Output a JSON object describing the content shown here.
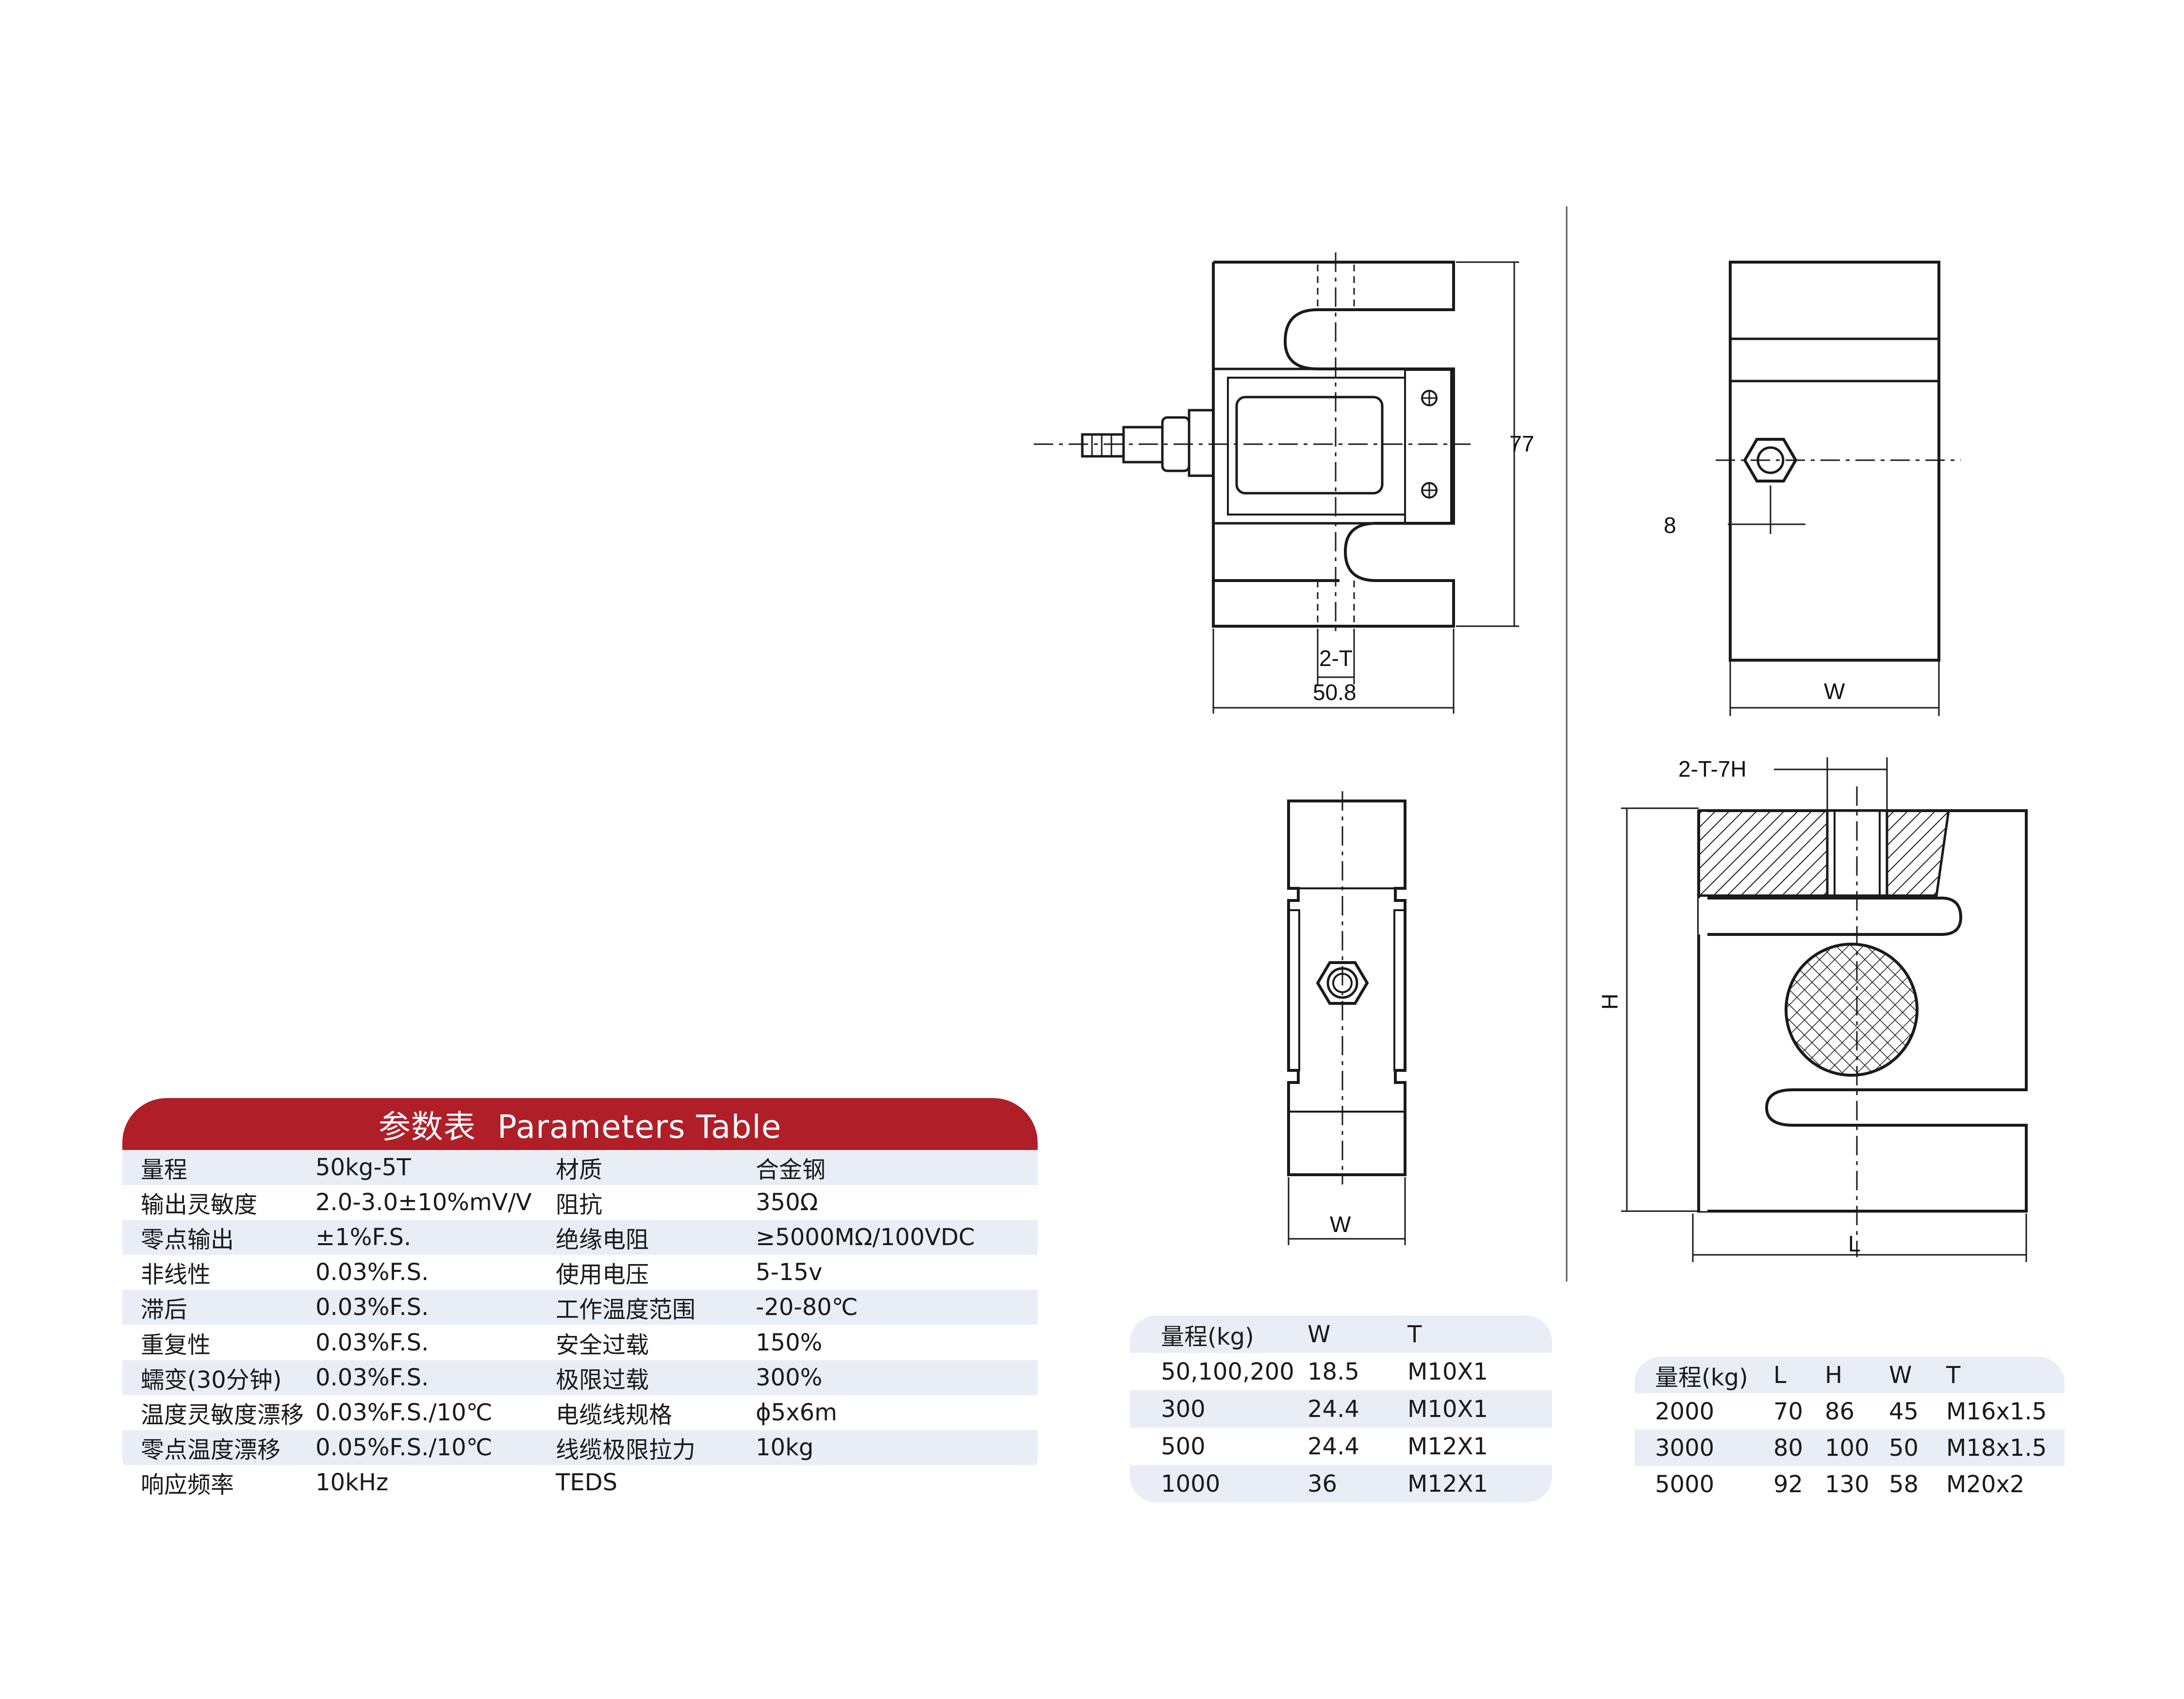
{
  "drawings": {
    "front_height_dim": "77",
    "front_width_dim": "50.8",
    "front_thread_dim": "2-T",
    "side_offset_dim": "8",
    "side_width_dim": "W",
    "bottom_width_dim": "W",
    "section_thread_dim": "2-T-7H",
    "section_height_dim": "H",
    "section_length_dim": "L"
  },
  "params_table": {
    "title": "参数表  Parameters Table",
    "rows": [
      [
        "量程",
        "50kg-5T",
        "材质",
        "合金钢"
      ],
      [
        "输出灵敏度",
        "2.0-3.0±10%mV/V",
        "阻抗",
        "350Ω"
      ],
      [
        "零点输出",
        "±1%F.S.",
        "绝缘电阻",
        "≥5000MΩ/100VDC"
      ],
      [
        "非线性",
        "0.03%F.S.",
        "使用电压",
        "5-15v"
      ],
      [
        "滞后",
        "0.03%F.S.",
        "工作温度范围",
        "-20-80℃"
      ],
      [
        "重复性",
        "0.03%F.S.",
        "安全过载",
        "150%"
      ],
      [
        "蠕变(30分钟)",
        "0.03%F.S.",
        "极限过载",
        "300%"
      ],
      [
        "温度灵敏度漂移",
        "0.03%F.S./10℃",
        "电缆线规格",
        "ϕ5x6m"
      ],
      [
        "零点温度漂移",
        "0.05%F.S./10℃",
        "线缆极限拉力",
        "10kg"
      ],
      [
        "响应频率",
        "10kHz",
        "TEDS",
        ""
      ]
    ]
  },
  "model_table_small": {
    "headers": [
      "量程(kg)",
      "W",
      "T"
    ],
    "rows": [
      [
        "50,100,200",
        "18.5",
        "M10X1"
      ],
      [
        "300",
        "24.4",
        "M10X1"
      ],
      [
        "500",
        "24.4",
        "M12X1"
      ],
      [
        "1000",
        "36",
        "M12X1"
      ]
    ]
  },
  "model_table_large": {
    "headers": [
      "量程(kg)",
      "L",
      "H",
      "W",
      "T"
    ],
    "rows": [
      [
        "2000",
        "70",
        "86",
        "45",
        "M16x1.5"
      ],
      [
        "3000",
        "80",
        "100",
        "50",
        "M18x1.5"
      ],
      [
        "5000",
        "92",
        "130",
        "58",
        "M20x2"
      ]
    ]
  },
  "colors": {
    "header_red": "#b01e27",
    "row_stripe": "#e9eef6",
    "line": "#1a1a1a"
  }
}
